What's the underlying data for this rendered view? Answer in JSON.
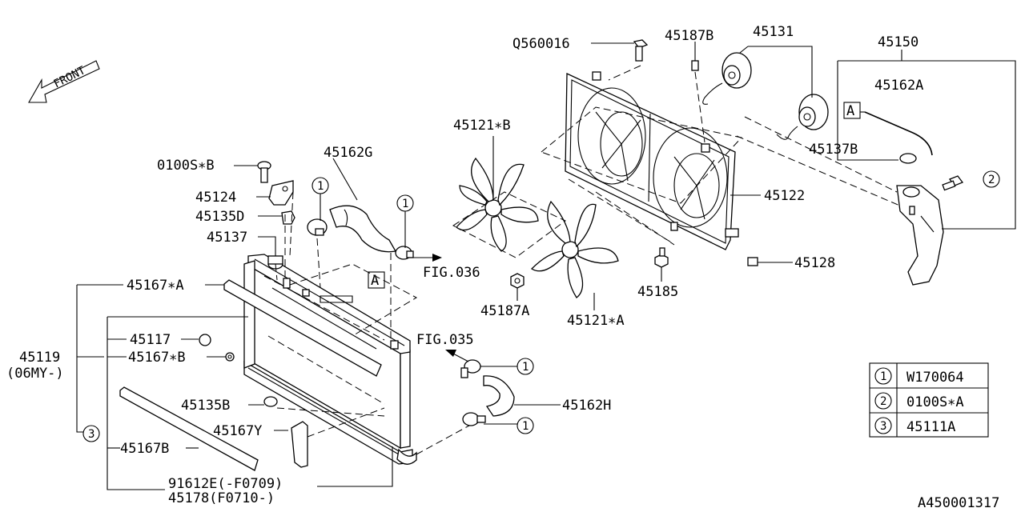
{
  "front_label": "FRONT",
  "doc_number": "A450001317",
  "ref_box_label": "A",
  "circle_refs": [
    "1",
    "2",
    "3"
  ],
  "labels": {
    "q560016": "Q560016",
    "p45187b": "45187B",
    "p45131": "45131",
    "p45150": "45150",
    "p45162a": "45162A",
    "p45137b": "45137B",
    "p45121b": "45121∗B",
    "p45122": "45122",
    "p45128": "45128",
    "p45185": "45185",
    "p45187a": "45187A",
    "p45121a": "45121∗A",
    "p0100sb": "0100S∗B",
    "p45162g": "45162G",
    "p45124": "45124",
    "p45135d": "45135D",
    "p45137": "45137",
    "fig036": "FIG.036",
    "p45167a": "45167∗A",
    "p45117": "45117",
    "p45167b_star": "45167∗B",
    "p45119": "45119",
    "p45119_sub": "(06MY-)",
    "p45135b": "45135B",
    "p45167y": "45167Y",
    "p45167b": "45167B",
    "p91612e": "91612E(-F0709)",
    "p45178": "45178(F0710-)",
    "fig035": "FIG.035",
    "p45162h": "45162H"
  },
  "legend": [
    {
      "num": "1",
      "part": "W170064"
    },
    {
      "num": "2",
      "part": "0100S∗A"
    },
    {
      "num": "3",
      "part": "45111A"
    }
  ]
}
